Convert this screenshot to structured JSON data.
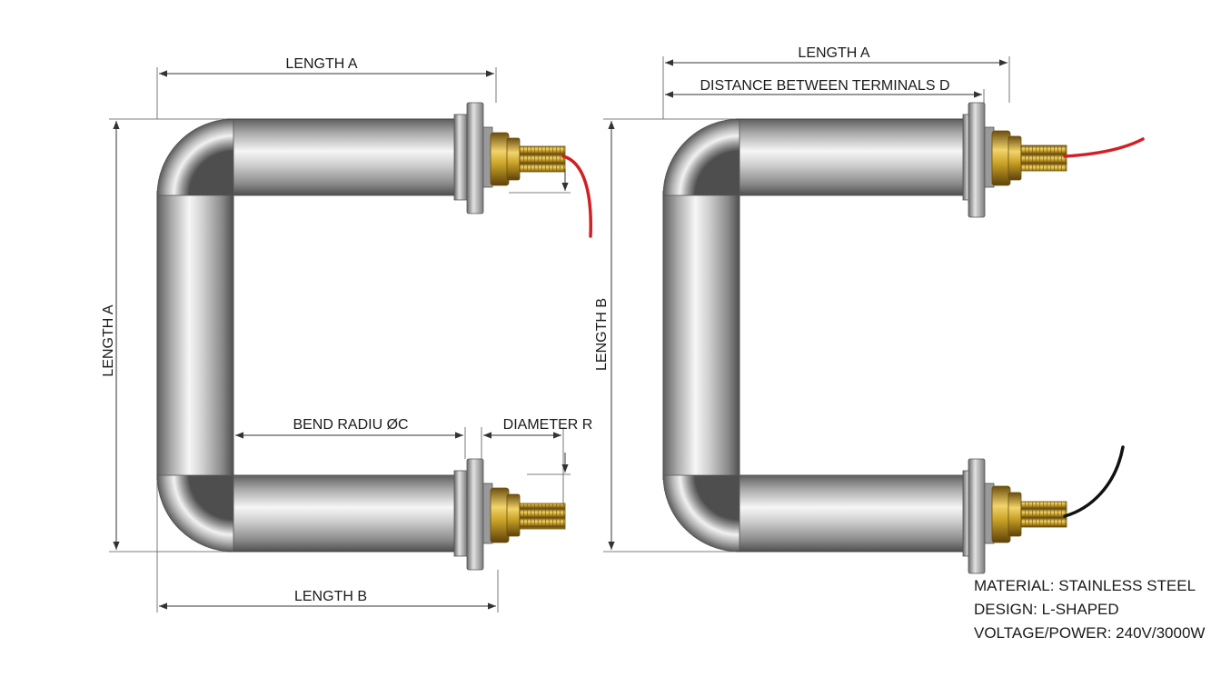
{
  "left_diagram": {
    "top_dimension": "LENGTH A",
    "left_dimension": "LENGTH A",
    "bottom_dimension": "LENGTH B",
    "bend_dimension": "BEND RADIU ØC",
    "diameter_dimension": "DIAMETER R"
  },
  "right_diagram": {
    "top_dimension": "LENGTH A",
    "terminal_dimension": "DISTANCE BETWEEN TERMINALS D",
    "left_dimension": "LENGTH B"
  },
  "specs": [
    "MATERIAL: STAINLESS STEEL",
    "DESIGN: L-SHAPED",
    "VOLTAGE/POWER: 240V/3000W"
  ],
  "colors": {
    "tube_light": "#f4f4f4",
    "tube_mid": "#b9b9b9",
    "tube_dark": "#6e6e6e",
    "brass": "#c9a227",
    "red_wire": "#d21f26",
    "black_wire": "#111111"
  }
}
